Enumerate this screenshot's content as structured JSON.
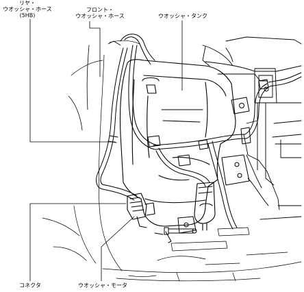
{
  "labels": {
    "rear_hose": [
      "リヤ・",
      "ウオッシャ・ホース",
      "(5HB)"
    ],
    "front_hose": [
      "フロント・",
      "ウオッシャ・ホース"
    ],
    "tank": "ウオッシャ・タンク",
    "connector": "コネクタ",
    "motor": "ウオッシャ・モータ"
  },
  "colors": {
    "line": "#000000",
    "background": "#ffffff"
  }
}
